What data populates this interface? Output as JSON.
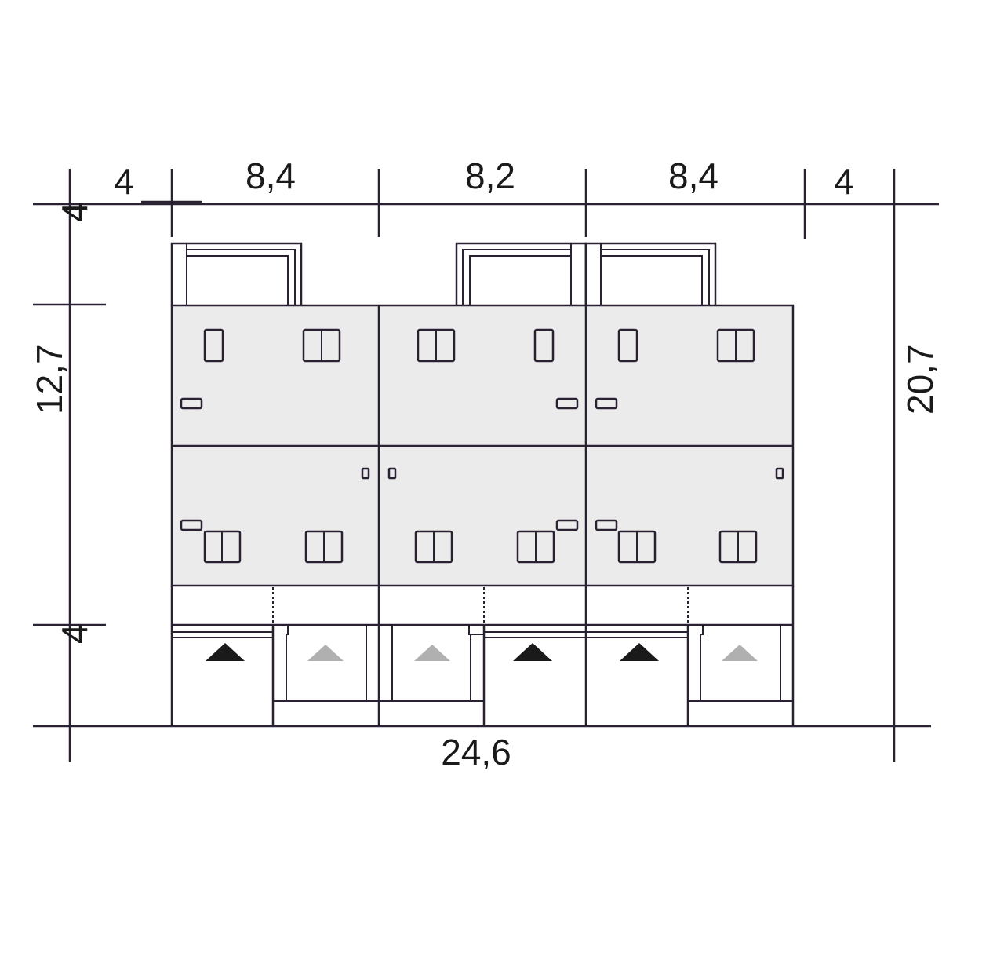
{
  "dimensions": {
    "top": [
      "4",
      "8,4",
      "8,2",
      "8,4",
      "4"
    ],
    "left": [
      "4",
      "12,7",
      "4"
    ],
    "right": "20,7",
    "bottom": "24,6"
  },
  "colors": {
    "line": "#2a2233",
    "building_fill": "#ebebeb",
    "entrance_main": "#1a1a1a",
    "entrance_secondary": "#b0b0b0"
  }
}
